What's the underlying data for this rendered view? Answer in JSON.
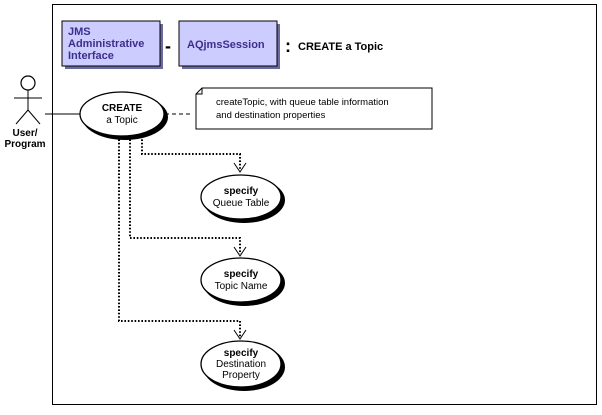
{
  "header": {
    "box1_lines": [
      "JMS",
      "Administrative",
      "Interface"
    ],
    "separator": "-",
    "box2": "AQjmsSession",
    "colon": ":",
    "title": "CREATE a Topic"
  },
  "actor": {
    "lines": [
      "User/",
      "Program"
    ]
  },
  "main_usecase": {
    "title": "CREATE",
    "subtitle": "a Topic"
  },
  "note": {
    "lines": [
      "createTopic, with queue table information",
      "and destination properties"
    ]
  },
  "sub_usecases": [
    {
      "title": "specify",
      "lines": [
        "Queue Table"
      ]
    },
    {
      "title": "specify",
      "lines": [
        "Topic Name"
      ]
    },
    {
      "title": "specify",
      "lines": [
        "Destination",
        "Property"
      ]
    }
  ]
}
